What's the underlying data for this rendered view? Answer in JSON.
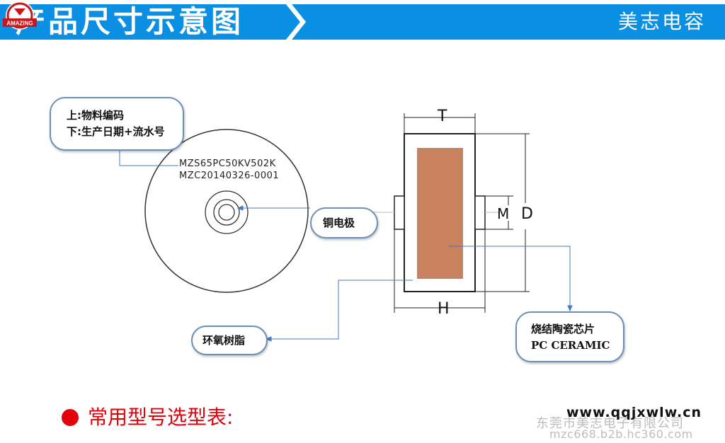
{
  "header": {
    "title": "产品尺寸示意图",
    "brand": "美志电容",
    "logo_text": "AMAZING",
    "bg_color": "#0b8fe3"
  },
  "diagram": {
    "code_label": {
      "line1": "上:物料编码",
      "line2": "下:生产日期+流水号"
    },
    "part_code": "MZS65PC50KV502K",
    "date_code": "MZC20140326-0001",
    "copper_label": "铜电极",
    "epoxy_label": "环氧树脂",
    "ceramic_label": {
      "line1": "烧结陶瓷芯片",
      "line2": "PC CERAMIC"
    },
    "dims": {
      "T": "T",
      "H": "H",
      "M": "M",
      "D": "D"
    },
    "ceramic_color": "#c8825f"
  },
  "footer": {
    "section_title": "常用型号选型表:",
    "watermark_site": "www.qqjxwlw.cn",
    "watermark_company": "东莞市美志电子有限公司",
    "watermark_url": "mzc668.b2b.hc360.com"
  }
}
